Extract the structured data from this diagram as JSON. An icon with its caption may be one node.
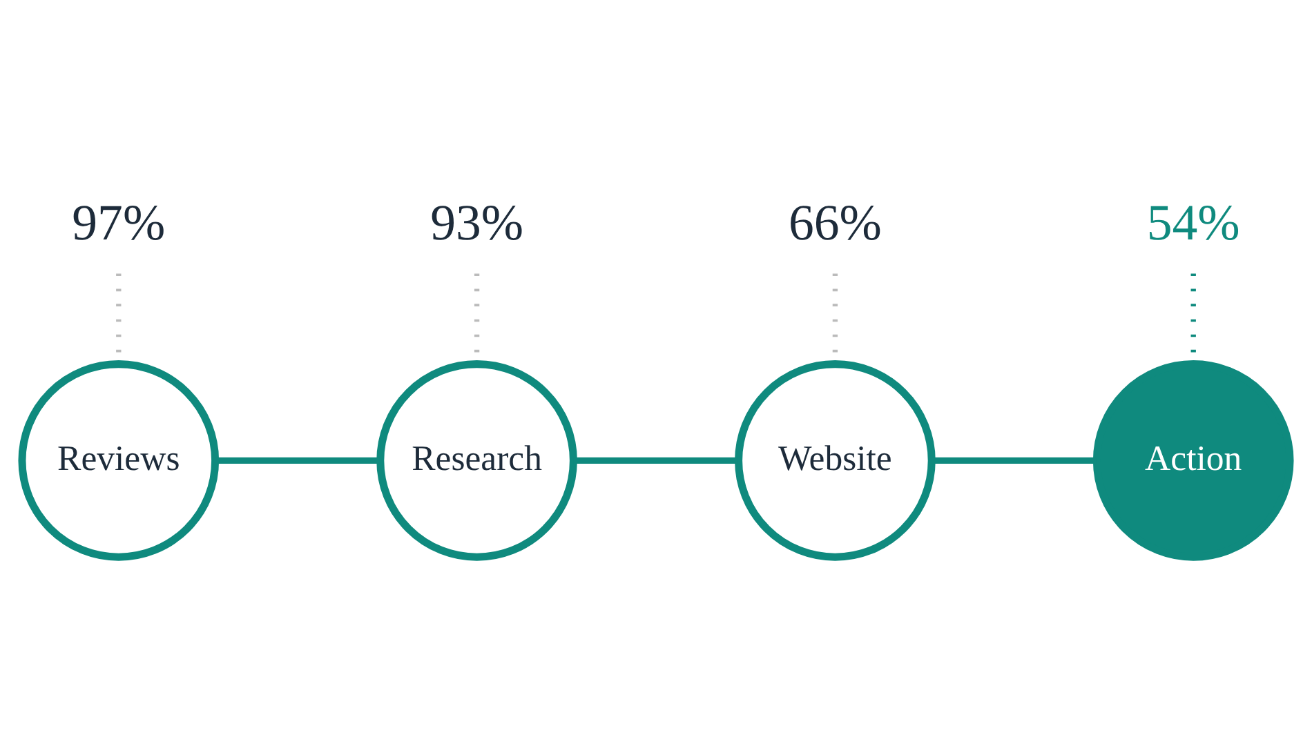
{
  "diagram": {
    "nodes": [
      {
        "text": [
          "Reviews"
        ]
      },
      {
        "text": [
          "Research"
        ]
      },
      {
        "text": [
          "Website"
        ]
      },
      {
        "text": [
          "Action"
        ]
      },
      {
        "text": [
          "97%"
        ]
      },
      {
        "text": [
          "93%"
        ]
      },
      {
        "text": [
          "66%"
        ]
      },
      {
        "text": [
          "54%"
        ]
      }
    ],
    "edges": [
      {
        "from": 0,
        "to": 1,
        "arrow": "none"
      },
      {
        "from": 1,
        "to": 2,
        "arrow": "none"
      },
      {
        "from": 2,
        "to": 3,
        "arrow": "none"
      },
      {
        "from": 4,
        "to": 0,
        "arrow": "none",
        "style": "dashed",
        "color": "#bbbbbb"
      },
      {
        "from": 5,
        "to": 1,
        "arrow": "none",
        "style": "dashed",
        "color": "#bbbbbb"
      },
      {
        "from": 6,
        "to": 2,
        "arrow": "none",
        "style": "dashed",
        "color": "#bbbbbb"
      },
      {
        "from": 7,
        "to": 3,
        "arrow": "none",
        "style": "dashed"
      }
    ]
  }
}
